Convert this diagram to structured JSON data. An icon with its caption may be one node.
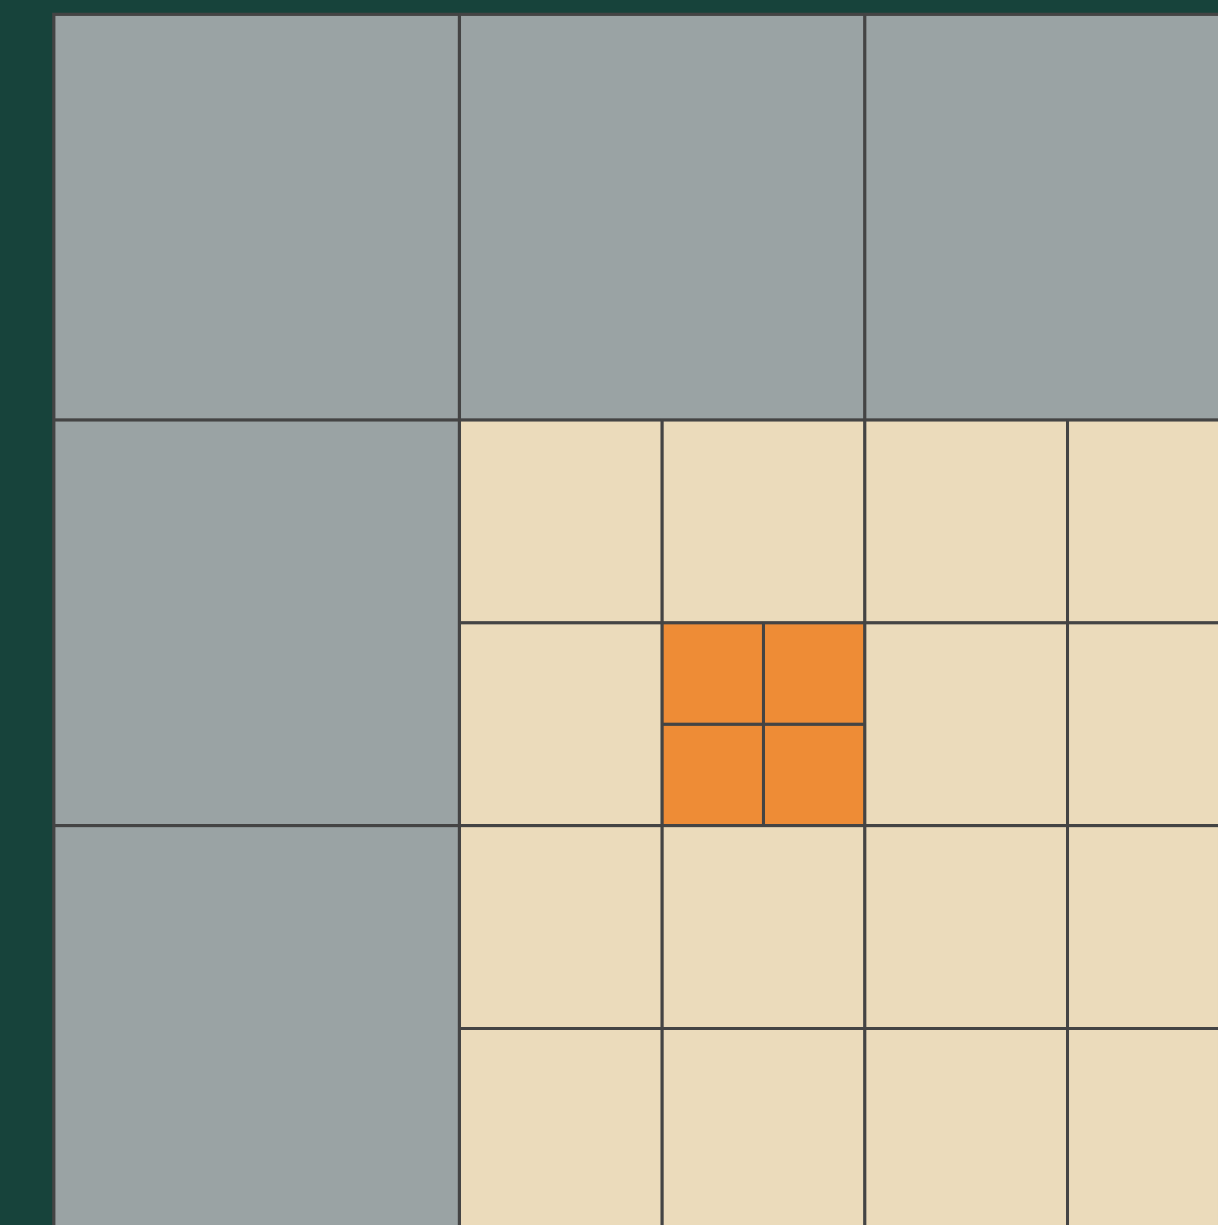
{
  "diagram": {
    "nodes": [
      {
        "text": [],
        "shape": "box"
      },
      {
        "text": [],
        "shape": "box"
      },
      {
        "text": [],
        "shape": "box"
      },
      {
        "text": [],
        "shape": "box"
      },
      {
        "text": [],
        "shape": "box"
      },
      {
        "text": [],
        "shape": "box"
      },
      {
        "text": [],
        "shape": "box"
      },
      {
        "text": [],
        "shape": "box"
      },
      {
        "text": [],
        "shape": "box"
      },
      {
        "text": [],
        "shape": "box"
      },
      {
        "text": [],
        "shape": "box"
      },
      {
        "text": [],
        "shape": "box"
      },
      {
        "text": [],
        "shape": "box"
      },
      {
        "text": [],
        "shape": "box"
      },
      {
        "text": [],
        "shape": "box"
      },
      {
        "text": [],
        "shape": "box"
      },
      {
        "text": [],
        "shape": "box"
      },
      {
        "text": [],
        "shape": "box"
      },
      {
        "text": [],
        "shape": "box"
      },
      {
        "text": [],
        "shape": "box"
      },
      {
        "text": [],
        "shape": "box"
      },
      {
        "text": [],
        "shape": "box"
      },
      {
        "text": [],
        "shape": "box"
      },
      {
        "text": [],
        "shape": "box"
      }
    ]
  }
}
